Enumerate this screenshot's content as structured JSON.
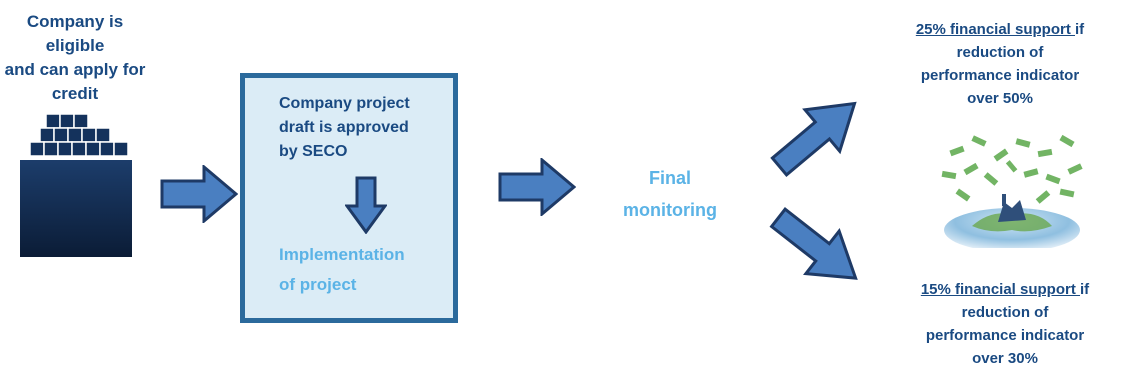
{
  "colors": {
    "dark_text": "#1a4a82",
    "light_text": "#5bb3e6",
    "arrow_fill": "#4a7fc1",
    "arrow_stroke": "#1e3a66",
    "box_fill": "#dbecf6",
    "box_border": "#2b6a9c"
  },
  "start": {
    "line1": "Company is eligible",
    "line2": "and can apply for",
    "line3": "credit",
    "icon": "factory-buildings-icon"
  },
  "process": {
    "line1": "Company project",
    "line2": "draft is approved",
    "line3": "by SECO",
    "step2_line1": "Implementation",
    "step2_line2": "of project"
  },
  "final": {
    "line1": "Final",
    "line2": "monitoring"
  },
  "outcome_high": {
    "underlined": "25% financial support ",
    "suffix": "if",
    "line2": "reduction of",
    "line3": "performance indicator",
    "line4": "over 50%",
    "icon": "money-globe-illustration"
  },
  "outcome_low": {
    "underlined": "15% financial support ",
    "suffix": "if",
    "line2": "reduction of",
    "line3": "performance indicator",
    "line4": "over 30%"
  }
}
